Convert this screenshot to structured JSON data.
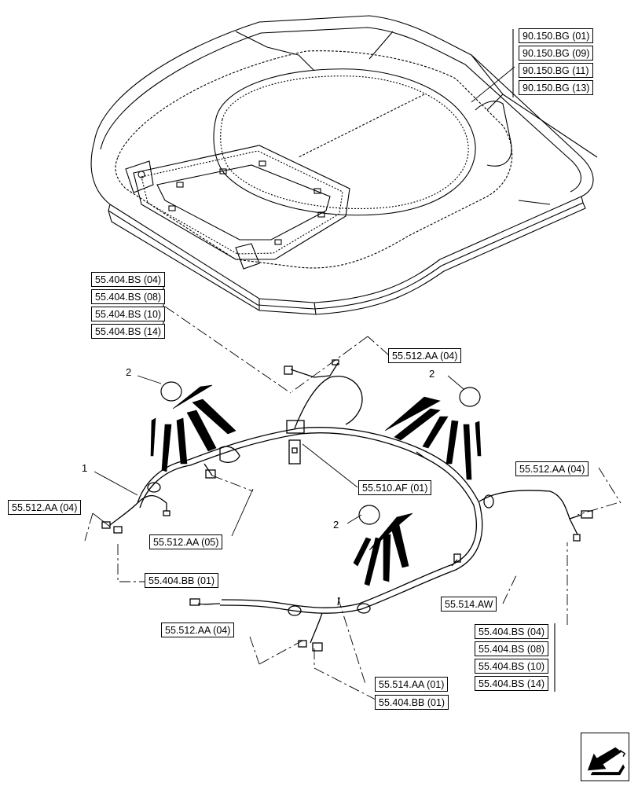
{
  "refs": {
    "roof_refs": [
      "90.150.BG (01)",
      "90.150.BG (09)",
      "90.150.BG (11)",
      "90.150.BG (13)"
    ],
    "left_bs_refs": [
      "55.404.BS (04)",
      "55.404.BS (08)",
      "55.404.BS (10)",
      "55.404.BS (14)"
    ],
    "right_bs_refs": [
      "55.404.BS (04)",
      "55.404.BS (08)",
      "55.404.BS (10)",
      "55.404.BS (14)"
    ],
    "aa_top": "55.512.AA (04)",
    "aa_right": "55.512.AA (04)",
    "aa_left": "55.512.AA (04)",
    "aa_05": "55.512.AA (05)",
    "aa_bottom": "55.512.AA (04)",
    "af": "55.510.AF (01)",
    "bb_left": "55.404.BB (01)",
    "aw": "55.514.AW",
    "aa_514": "55.514.AA (01)",
    "bb_bottom": "55.404.BB (01)"
  },
  "callouts": {
    "harness": "1",
    "lamp_left": "2",
    "lamp_right": "2",
    "lamp_center": "2"
  },
  "colors": {
    "line": "#000000",
    "background": "#ffffff"
  },
  "icons": {
    "nav": "view-direction-arrow-icon"
  }
}
